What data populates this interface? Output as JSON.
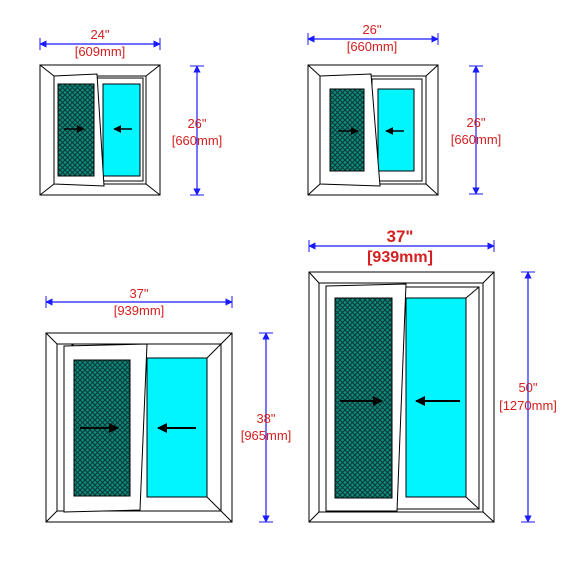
{
  "windows": [
    {
      "id": "w1",
      "width_label": "24\"",
      "width_mm": "[609mm]",
      "height_label": "26\"",
      "height_mm": "[660mm]"
    },
    {
      "id": "w2",
      "width_label": "26\"",
      "width_mm": "[660mm]",
      "height_label": "26\"",
      "height_mm": "[660mm]"
    },
    {
      "id": "w3",
      "width_label": "37\"",
      "width_mm": "[939mm]",
      "height_label": "38\"",
      "height_mm": "[965mm]"
    },
    {
      "id": "w4",
      "width_label": "37\"",
      "width_mm": "[939mm]",
      "height_label": "50\"",
      "height_mm": "[1270mm]"
    }
  ],
  "colors": {
    "dimension_line": "#1a1aff",
    "label_text": "#d42020",
    "glass": "#00f5ff",
    "screen_mesh": "#1f6b6b",
    "frame_stroke": "#000000"
  }
}
